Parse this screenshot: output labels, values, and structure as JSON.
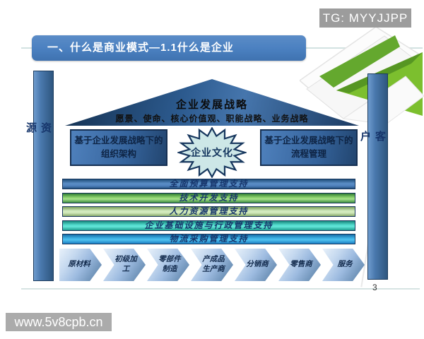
{
  "overlay": {
    "tg_badge": "TG: MYYJJPP",
    "watermark": "www.5v8cpb.cn"
  },
  "slide": {
    "title": "一、什么是商业模式—1.1什么是企业",
    "page_number": "3",
    "pillars": {
      "left": "资源",
      "right": "客户"
    },
    "roof": {
      "title": "企业发展战略",
      "subtitle": "愿景、使命、核心价值观、职能战略、业务战略"
    },
    "strategy_boxes": {
      "left": "基于企业发展战略下的组织架构",
      "right": "基于企业发展战略下的流程管理"
    },
    "culture_star": "企业文化",
    "support_bars": [
      {
        "label": "全面预算管理支持",
        "color": "#4f81bd"
      },
      {
        "label": "技术开发支持",
        "color": "#6fbf5a"
      },
      {
        "label": "人力资源管理支持",
        "color": "#b5d9a0"
      },
      {
        "label": "企业基础设施与行政管理支持",
        "color": "#3ecfc0"
      },
      {
        "label": "物流采购管理支持",
        "color": "#2b9fd8"
      }
    ],
    "value_chain": [
      "原材料",
      "初级加工",
      "零部件制造",
      "产成品生产商",
      "分销商",
      "零售商",
      "服务"
    ]
  },
  "colors": {
    "title_bar": "#4a80c0",
    "pillar_blue": "#3c6ba0",
    "roof_blue": "#2d5c93",
    "star_fill": "#cde7e7",
    "text_navy": "#16356b",
    "curl_green": "#7cbf2e",
    "badge_gray": "#9c9c9c"
  }
}
